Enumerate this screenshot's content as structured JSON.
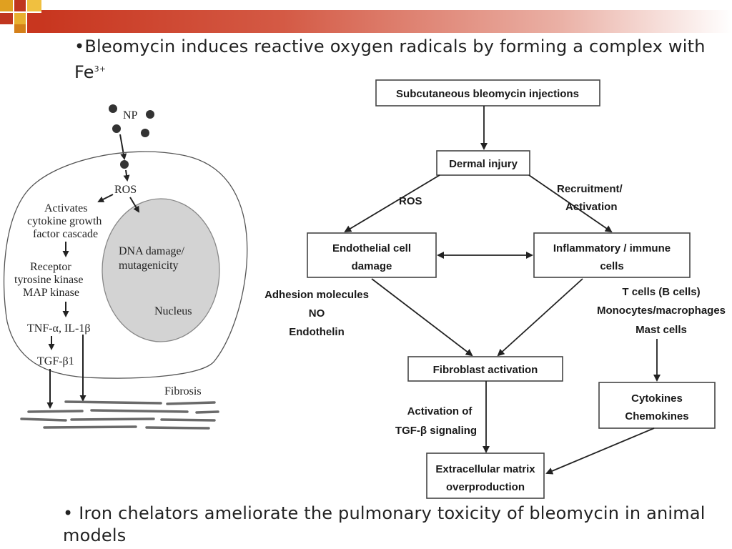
{
  "slide": {
    "bullet1": {
      "marker": "•",
      "text": "Bleomycin induces reactive oxygen radicals by forming a complex with Fe",
      "superscript": "3+"
    },
    "bullet2": {
      "marker": "•",
      "text": "Iron chelators ameliorate the pulmonary toxicity of bleomycin in animal models"
    }
  },
  "cell_diagram": {
    "np": "NP",
    "ros": "ROS",
    "activates": [
      "Activates",
      "cytokine growth",
      "factor cascade"
    ],
    "receptor": [
      "Receptor",
      "tyrosine kinase",
      "MAP kinase"
    ],
    "tnf": "TNF-α, IL-1β",
    "tgf": "TGF-β1",
    "dna": [
      "DNA damage/",
      "mutagenicity"
    ],
    "nucleus": "Nucleus",
    "fibrosis": "Fibrosis"
  },
  "flowchart": {
    "injections": "Subcutaneous bleomycin injections",
    "dermal": "Dermal injury",
    "ros": "ROS",
    "recruitment": [
      "Recruitment/",
      "Activation"
    ],
    "endothelial": [
      "Endothelial cell",
      "damage"
    ],
    "inflammatory": [
      "Inflammatory / immune",
      "cells"
    ],
    "adhesion": [
      "Adhesion molecules",
      "NO",
      "Endothelin"
    ],
    "tcells": [
      "T cells (B cells)",
      "Monocytes/macrophages",
      "Mast cells"
    ],
    "fibroblast": "Fibroblast activation",
    "cytokines": [
      "Cytokines",
      "Chemokines"
    ],
    "tgf_signaling": [
      "Activation of",
      "TGF-β signaling"
    ],
    "ecm": [
      "Extracellular matrix",
      "overproduction"
    ]
  }
}
